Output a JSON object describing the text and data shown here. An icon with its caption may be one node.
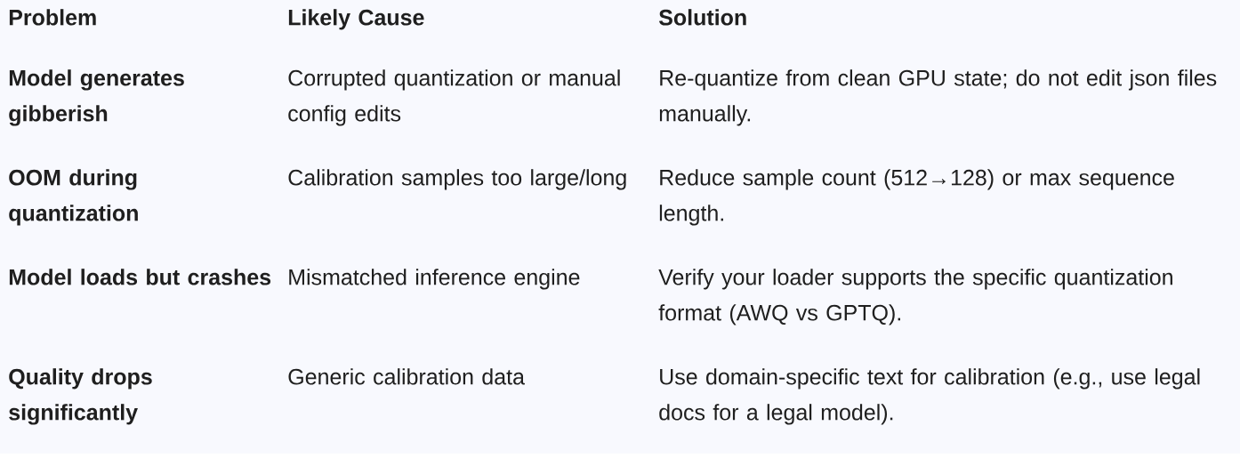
{
  "diagram": {
    "labels": [
      "Problem",
      "Likely Cause",
      "Solution",
      "Model generates gibberish",
      "Corrupted quantization or manual config edits",
      "Re-quantize from clean GPU state; do not edit json files manually.",
      "OOM during quantization",
      "Calibration samples too large/long",
      "Reduce sample count (512→128) or max sequence length.",
      "Model loads but crashes",
      "Mismatched inference engine",
      "Verify your loader supports the specific quantization format (AWQ vs GPTQ).",
      "Quality drops significantly",
      "Generic calibration data",
      "Use domain-specific text for calibration (e.g., use legal docs for a legal model)."
    ]
  }
}
